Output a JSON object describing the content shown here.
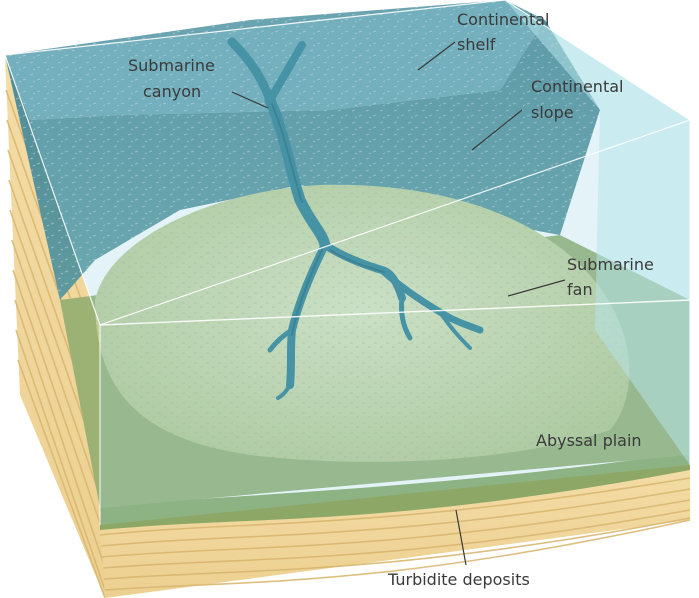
{
  "labels": {
    "continental_shelf": [
      "Continental",
      "shelf"
    ],
    "submarine_canyon": [
      "Submarine",
      "canyon"
    ],
    "continental_slope": [
      "Continental",
      "slope"
    ],
    "submarine_fan": [
      "Submarine",
      "fan"
    ],
    "abyssal_plain": "Abyssal plain",
    "turbidite_deposits": "Turbidite deposits"
  },
  "colors": {
    "water": "#9fd2dc",
    "shelf": "#5f9aa8",
    "slope": "#4c8593",
    "canyon": "#2f7f93",
    "fan": "#c9d6a4",
    "plain": "#9bb274",
    "sediment": "#f0d69b",
    "sediment_line": "#d9b772",
    "label_text": "#3a3a3a"
  }
}
